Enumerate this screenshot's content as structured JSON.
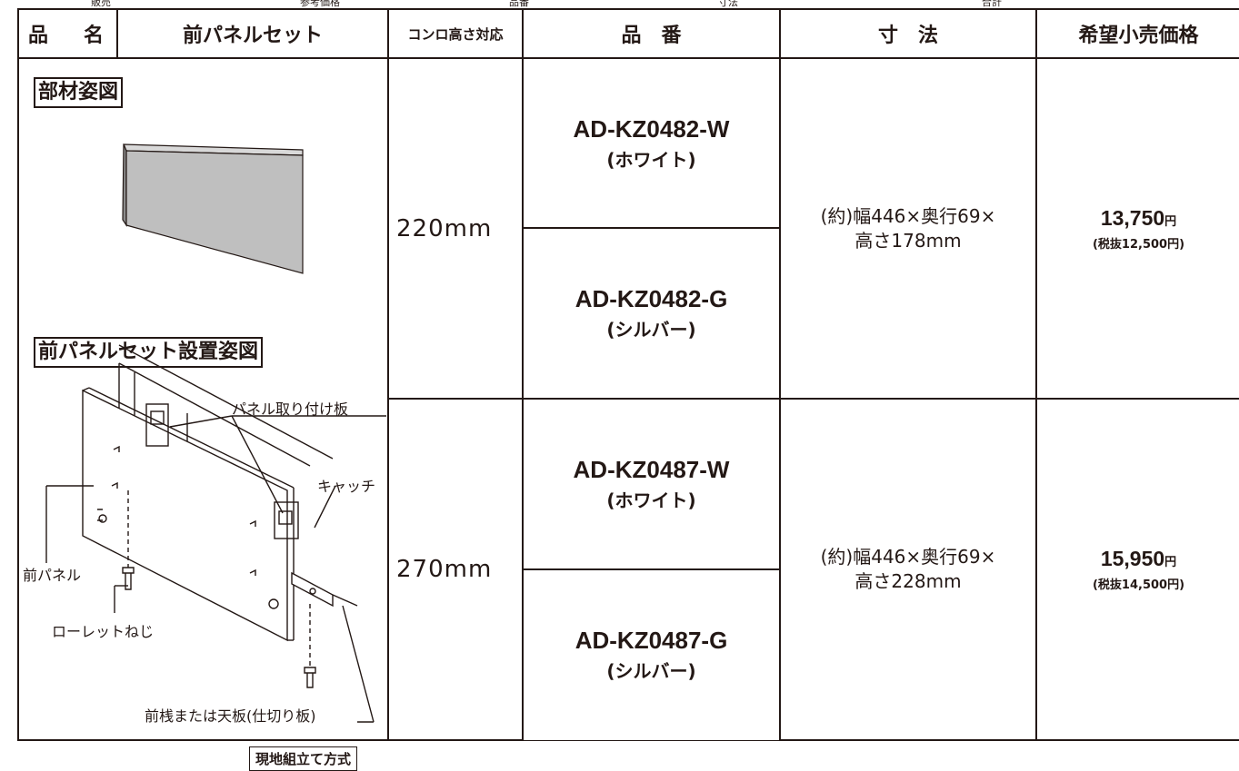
{
  "top_fragments": [
    "販売",
    "参考価格",
    "品番",
    "寸法",
    "合計"
  ],
  "header": {
    "name_col_a": "品",
    "name_col_b": "名",
    "product_name": "前パネルセット",
    "stove_height": "コンロ高さ対応",
    "part_number": "品　番",
    "dimensions": "寸　法",
    "retail_price": "希望小売価格"
  },
  "left_panel": {
    "material_view_label": "部材姿図",
    "install_view_label": "前パネルセット設置姿図",
    "callouts": {
      "mount_plate": "パネル取り付け板",
      "catch": "キャッチ",
      "front_panel": "前パネル",
      "knurled_screw": "ローレットねじ",
      "front_rail": "前桟または天板(仕切り板)"
    },
    "method": "現地組立て方式"
  },
  "rows": [
    {
      "height": "220mm",
      "parts": [
        {
          "code": "AD-KZ0482-W",
          "color": "(ホワイト)"
        },
        {
          "code": "AD-KZ0482-G",
          "color": "(シルバー)"
        }
      ],
      "dims_line1": "(約)幅446×奥行69×",
      "dims_line2": "高さ178mm",
      "price": "13,750",
      "price_yen": "円",
      "price_ex_tax": "(税抜12,500円)"
    },
    {
      "height": "270mm",
      "parts": [
        {
          "code": "AD-KZ0487-W",
          "color": "(ホワイト)"
        },
        {
          "code": "AD-KZ0487-G",
          "color": "(シルバー)"
        }
      ],
      "dims_line1": "(約)幅446×奥行69×",
      "dims_line2": "高さ228mm",
      "price": "15,950",
      "price_yen": "円",
      "price_ex_tax": "(税抜14,500円)"
    }
  ],
  "colors": {
    "ink": "#231815",
    "panel_fill": "#bfbfbf"
  }
}
